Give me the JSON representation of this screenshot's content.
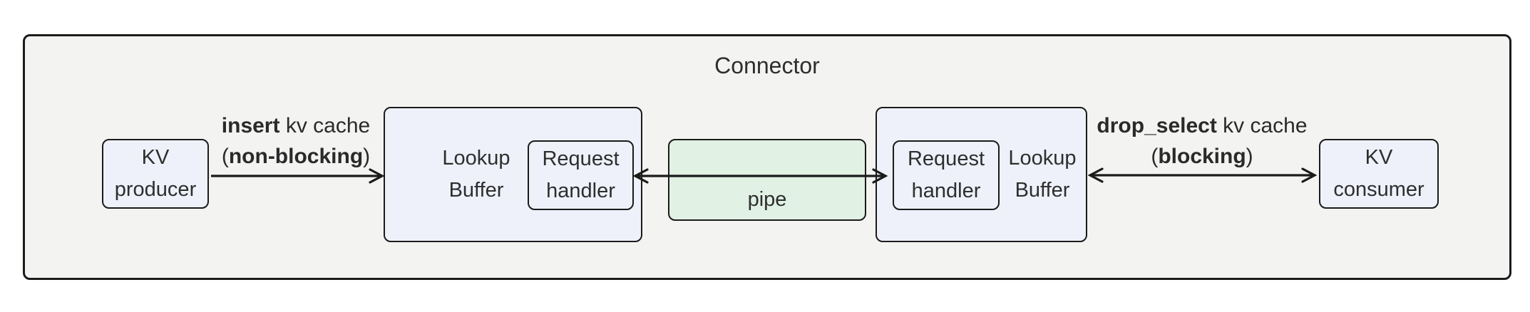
{
  "title": "Connector",
  "colors": {
    "page_bg": "#ffffff",
    "container_fill": "#f3f3f2",
    "node_fill": "#eef1fa",
    "pipe_fill": "#e1f1e4",
    "border": "#1b1b1b",
    "text": "#2e2e2e"
  },
  "nodes": {
    "kv_producer": {
      "line1": "KV",
      "line2": "producer"
    },
    "lookup_buffer_left": {
      "line1": "Lookup",
      "line2": "Buffer"
    },
    "request_handler_left": {
      "line1": "Request",
      "line2": "handler"
    },
    "pipe": {
      "label": "pipe"
    },
    "request_handler_right": {
      "line1": "Request",
      "line2": "handler"
    },
    "lookup_buffer_right": {
      "line1": "Lookup",
      "line2": "Buffer"
    },
    "kv_consumer": {
      "line1": "KV",
      "line2": "consumer"
    }
  },
  "edges": {
    "insert": {
      "op": "insert",
      "rest": " kv cache",
      "paren_open": "(",
      "mode": "non-blocking",
      "paren_close": ")"
    },
    "drop_select": {
      "op": "drop_select",
      "rest": " kv cache",
      "paren_open": "(",
      "mode": "blocking",
      "paren_close": ")"
    }
  }
}
